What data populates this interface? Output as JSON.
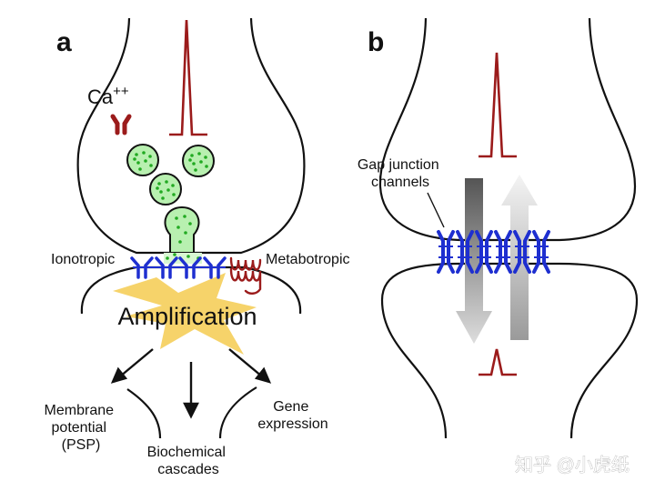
{
  "panel_a": {
    "letter": "a",
    "calcium_label": "Ca",
    "calcium_superscript": "++",
    "ionotropic_label": "Ionotropic",
    "metabotropic_label": "Metabotropic",
    "amplification_label": "Amplification",
    "outputs": {
      "membrane_line1": "Membrane",
      "membrane_line2": "potential",
      "membrane_line3": "(PSP)",
      "biochem_line1": "Biochemical",
      "biochem_line2": "cascades",
      "gene_line1": "Gene",
      "gene_line2": "expression"
    }
  },
  "panel_b": {
    "letter": "b",
    "gap_label_line1": "Gap junction",
    "gap_label_line2": "channels"
  },
  "watermark": "知乎 @小虎纸",
  "colors": {
    "membrane": "#111111",
    "action_potential": "#9b1b1b",
    "vesicle_fill": "#b8f0b0",
    "vesicle_dot": "#22aa22",
    "receptor": "#1e2fd0",
    "amplification_star": "#f6d36a",
    "arrow_dark": "#555555",
    "arrow_light": "#dddddd"
  }
}
